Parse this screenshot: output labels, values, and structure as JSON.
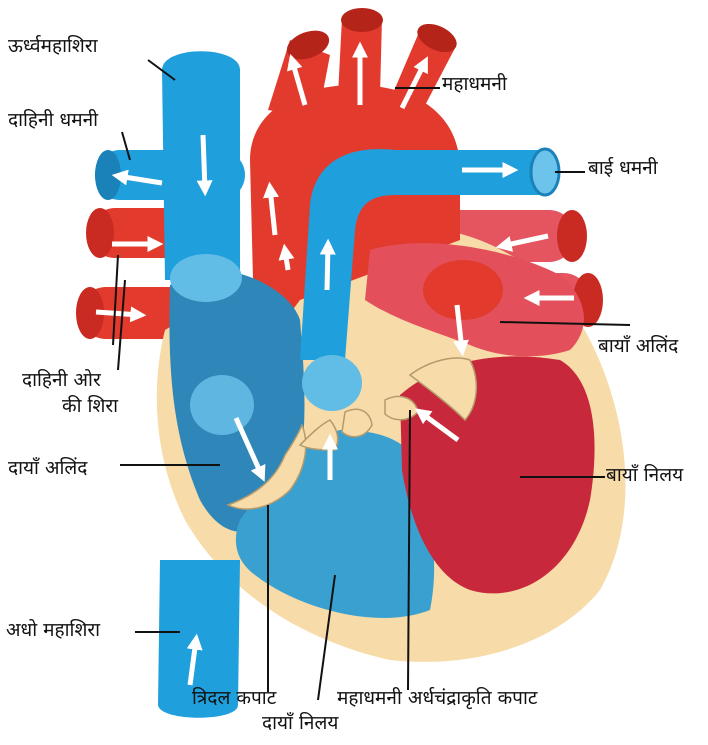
{
  "labels": {
    "superior_vena_cava": "ऊर्ध्वमहाशिरा",
    "aorta": "महाधमनी",
    "right_pulmonary_artery": "दाहिनी धमनी",
    "left_pulmonary_artery": "बाई धमनी",
    "left_atrium": "बायाँ अलिंद",
    "right_pulmonary_veins_line1": "दाहिनी ओर",
    "right_pulmonary_veins_line2": "की शिरा",
    "right_atrium": "दायाँ अलिंद",
    "left_ventricle": "बायाँ निलय",
    "inferior_vena_cava": "अधो महाशिरा",
    "tricuspid_valve": "त्रिदल कपाट",
    "aortic_semilunar_valve": "महाधमनी अर्धचंद्राकृति कपाट",
    "right_ventricle": "दायाँ निलय"
  },
  "colors": {
    "oxygenated_red": "#e23b2e",
    "deoxygenated_blue": "#1f9fdc",
    "right_atrium_blue": "#2f86b8",
    "right_ventricle_blue": "#3aa0d0",
    "left_chamber_red": "#c8283c",
    "wall_tan": "#f7dba8",
    "arrow_white": "#ffffff"
  }
}
